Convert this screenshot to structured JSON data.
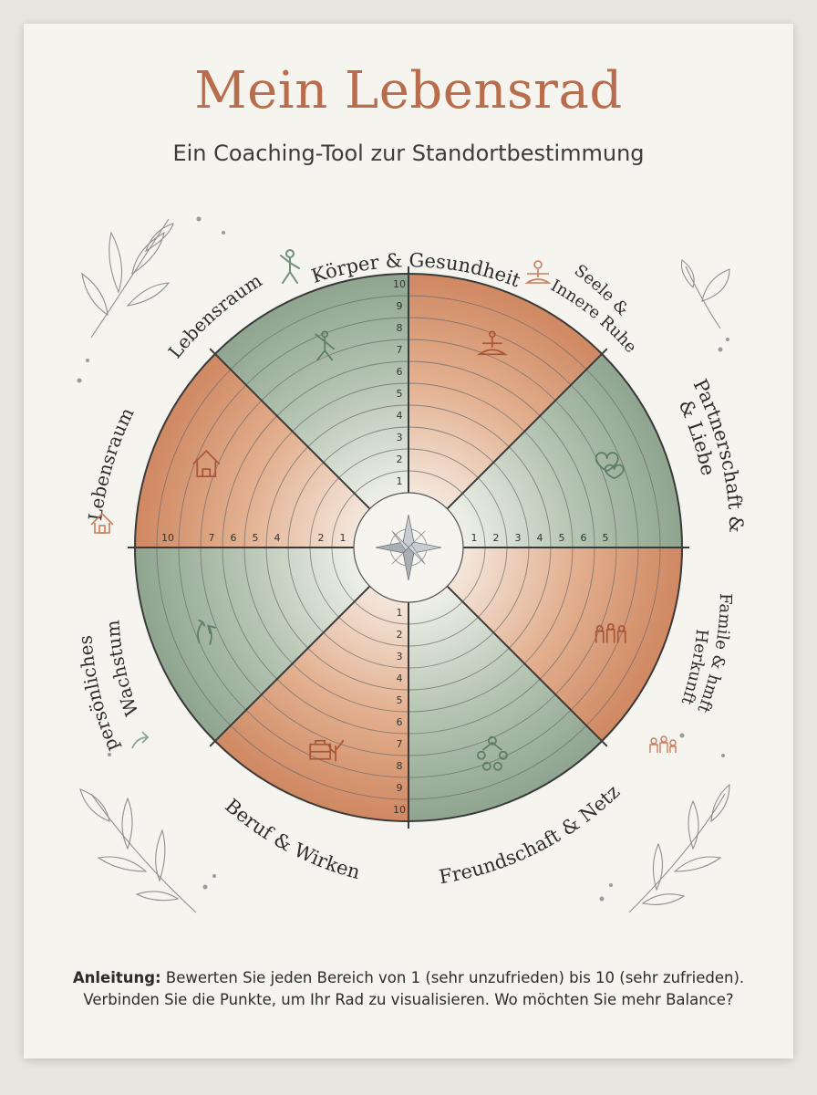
{
  "header": {
    "title": "Mein Lebensrad",
    "subtitle": "Ein Coaching-Tool zur Standortbestimmung"
  },
  "wheel": {
    "areas": [
      {
        "label": "Körper & Gesundheit",
        "icon": "person-exercise-icon",
        "color": "#9aae9b"
      },
      {
        "label": "Seele & Innere Ruhe",
        "icon": "meditation-icon",
        "color": "#d08e6a"
      },
      {
        "label": "Partnerschaft & Liebe",
        "icon": "hearts-icon",
        "color": "#9aae9b"
      },
      {
        "label": "Famile & Herkunft",
        "icon": "family-icon",
        "color": "#d08e6a"
      },
      {
        "label": "Freundschaft & Netz",
        "icon": "people-network-icon",
        "color": "#9aae9b"
      },
      {
        "label": "Beruf & Wirken",
        "icon": "briefcase-plant-icon",
        "color": "#d08e6a"
      },
      {
        "label": "persönliches Wachstum",
        "icon": "growth-arrow-icon",
        "color": "#9aae9b"
      },
      {
        "label": "Lebensraum",
        "icon": "house-icon",
        "color": "#d08e6a"
      }
    ],
    "outer_labels": {
      "top": "Körper & Gesundheit",
      "top_right_1": "Seele &",
      "top_right_2": "Innere Ruhe",
      "right_1": "Partnerschaft &",
      "right_2": "& Liebe",
      "bottom_right_1": "Famile & hmft",
      "bottom_right_2": "Herkunft",
      "bottom": "Freundschaft & Netz",
      "bottom_left": "Beruf & Wirken",
      "left_1": "persönliches",
      "left_2": "Wachstum",
      "left_upper": "Lebensraum",
      "top_left": "Lebensraum"
    },
    "scale_top": [
      "1",
      "2",
      "3",
      "4",
      "5",
      "6",
      "7",
      "8",
      "9",
      "10"
    ],
    "scale_bottom": [
      "1",
      "2",
      "3",
      "4",
      "5",
      "6",
      "7",
      "8",
      "9",
      "10"
    ],
    "scale_left": [
      "1",
      "2",
      "4",
      "5",
      "6",
      "7",
      "10"
    ],
    "scale_right": [
      "1",
      "2",
      "3",
      "4",
      "5",
      "6",
      "5"
    ],
    "center_icon": "compass-rose-icon"
  },
  "instructions": {
    "lead": "Anleitung:",
    "text": " Bewerten Sie jeden Bereich von 1 (sehr unzufrieden) bis 10 (sehr zufrieden). Verbinden Sie die Punkte, um Ihr Rad zu visualisieren. Wo möchten Sie mehr Balance?"
  }
}
